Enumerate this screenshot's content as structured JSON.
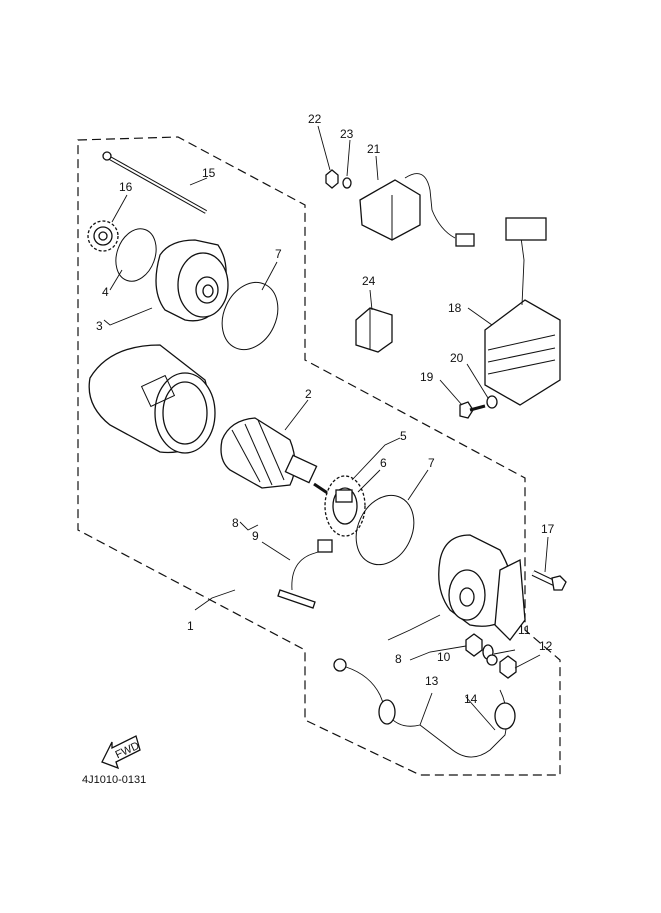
{
  "diagram": {
    "drawing_code": "4J1010-0131",
    "fwd_label": "FWD",
    "callouts": {
      "c1": "1",
      "c2": "2",
      "c3": "3",
      "c4": "4",
      "c5": "5",
      "c6": "6",
      "c7a": "7",
      "c7b": "7",
      "c8a": "8",
      "c8b": "8",
      "c9": "9",
      "c10": "10",
      "c11": "11",
      "c12": "12",
      "c13": "13",
      "c14": "14",
      "c15": "15",
      "c16": "16",
      "c17": "17",
      "c18": "18",
      "c19": "19",
      "c20": "20",
      "c21": "21",
      "c22": "22",
      "c23": "23",
      "c24": "24"
    }
  }
}
